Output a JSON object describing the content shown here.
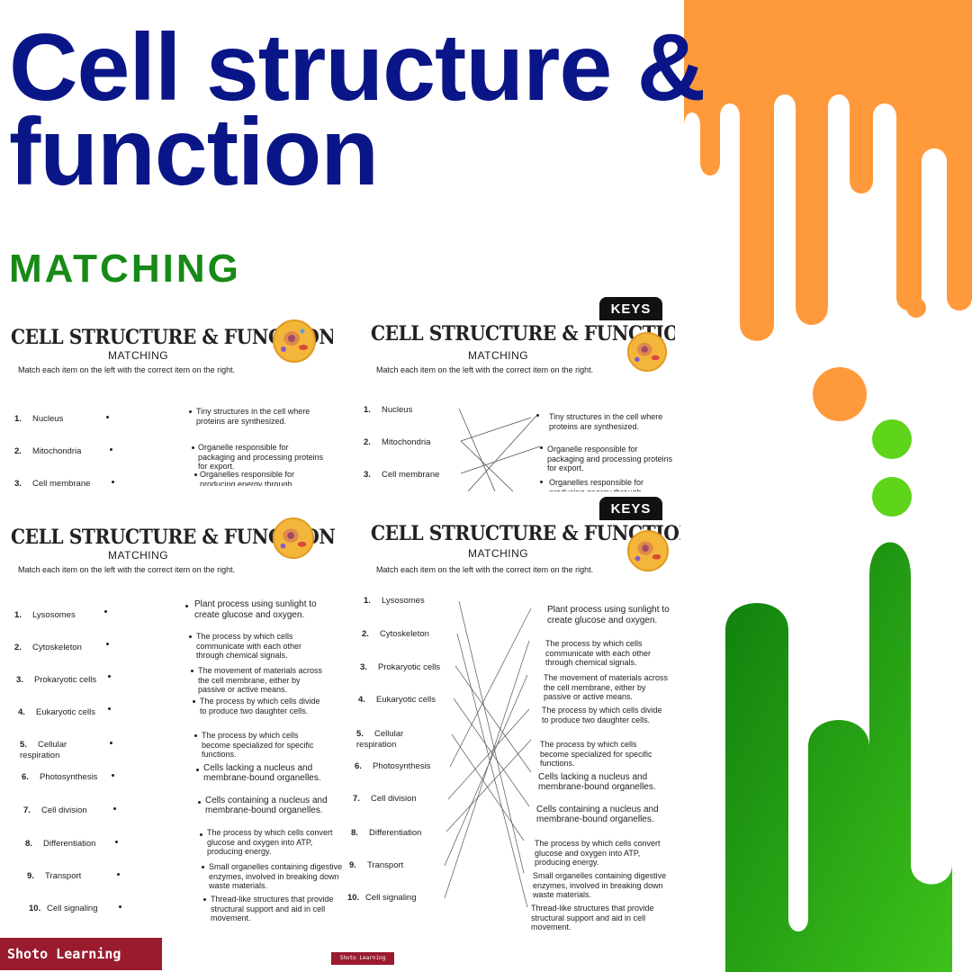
{
  "title": "Cell structure & function",
  "subtitle": "MATCHING",
  "brand": "Shoto Learning",
  "colors": {
    "title": "#0a1687",
    "subtitle": "#178a17",
    "orange": "#ff9a3c",
    "green_dark": "#128b12",
    "green_light": "#5ed41a",
    "brand": "#9a1b2e"
  },
  "keys_label": "KEYS",
  "sheet": {
    "heading": "CELL STRUCTURE & FUNCTION",
    "subheading": "MATCHING",
    "instruction": "Match each item on the left with the correct item on the right."
  },
  "top_left": {
    "items": [
      {
        "num": "1.",
        "label": "Nucleus"
      },
      {
        "num": "2.",
        "label": "Mitochondria"
      },
      {
        "num": "3.",
        "label": "Cell membrane"
      }
    ],
    "defs": [
      "Tiny structures in the cell where proteins are synthesized.",
      "Organelle responsible for packaging and processing proteins for export.",
      "Organelles responsible for producing energy through"
    ]
  },
  "top_right": {
    "items": [
      {
        "num": "1.",
        "label": "Nucleus"
      },
      {
        "num": "2.",
        "label": "Mitochondria"
      },
      {
        "num": "3.",
        "label": "Cell membrane"
      }
    ],
    "defs": [
      "Tiny structures in the cell where proteins are synthesized.",
      "Organelle responsible for packaging and processing proteins for export.",
      "Organelles responsible for producing energy through"
    ]
  },
  "bottom": {
    "items": [
      {
        "num": "1.",
        "label": "Lysosomes"
      },
      {
        "num": "2.",
        "label": "Cytoskeleton"
      },
      {
        "num": "3.",
        "label": "Prokaryotic cells"
      },
      {
        "num": "4.",
        "label": "Eukaryotic cells"
      },
      {
        "num": "5.",
        "label": "Cellular respiration"
      },
      {
        "num": "6.",
        "label": "Photosynthesis"
      },
      {
        "num": "7.",
        "label": "Cell division"
      },
      {
        "num": "8.",
        "label": "Differentiation"
      },
      {
        "num": "9.",
        "label": "Transport"
      },
      {
        "num": "10.",
        "label": "Cell signaling"
      }
    ],
    "defs": [
      "Plant process using sunlight to create glucose and oxygen.",
      "The process by which cells communicate with each other through chemical signals.",
      "The movement of materials across the cell membrane, either by passive or active means.",
      "The process by which cells divide to produce two daughter cells.",
      "The process by which cells become specialized for specific functions.",
      "Cells lacking a nucleus and membrane-bound organelles.",
      "Cells containing a nucleus and membrane-bound organelles.",
      "The process by which cells convert glucose and oxygen into ATP, producing energy.",
      "Small organelles containing digestive enzymes, involved in breaking down waste materials.",
      "Thread-like structures that provide structural support and aid in cell movement."
    ]
  }
}
